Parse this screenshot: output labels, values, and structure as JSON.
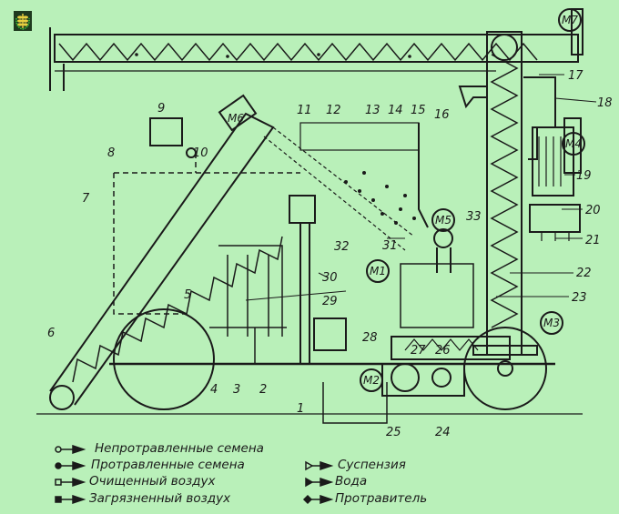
{
  "logo": {
    "name": "wheat-emblem"
  },
  "diagram": {
    "part_numbers": [
      "1",
      "2",
      "3",
      "4",
      "5",
      "6",
      "7",
      "8",
      "9",
      "10",
      "11",
      "12",
      "13",
      "14",
      "15",
      "16",
      "17",
      "18",
      "19",
      "20",
      "21",
      "22",
      "23",
      "24",
      "25",
      "26",
      "27",
      "28",
      "29",
      "30",
      "31",
      "32",
      "33"
    ],
    "motors": [
      "M1",
      "M2",
      "M3",
      "M4",
      "M5",
      "M6",
      "M7"
    ]
  },
  "legend": [
    {
      "symbol": "hollow-circle-arrow",
      "label": "Непротравленные семена"
    },
    {
      "symbol": "filled-circle-arrow",
      "label": "Протравленные семена"
    },
    {
      "symbol": "hollow-square-arrow",
      "label": "Очищенный воздух"
    },
    {
      "symbol": "filled-square-arrow",
      "label": "Загрязненный воздух"
    },
    {
      "symbol": "hollow-triangle-arrow",
      "label": "Суспензия"
    },
    {
      "symbol": "filled-triangle-arrow",
      "label": "Вода"
    },
    {
      "symbol": "diamond-arrow",
      "label": "Протравитель"
    }
  ],
  "colors": {
    "background": "#b9f0b9",
    "ink": "#1a1a1a",
    "logo_gold": "#e8d040",
    "logo_green": "#3cc83c"
  }
}
